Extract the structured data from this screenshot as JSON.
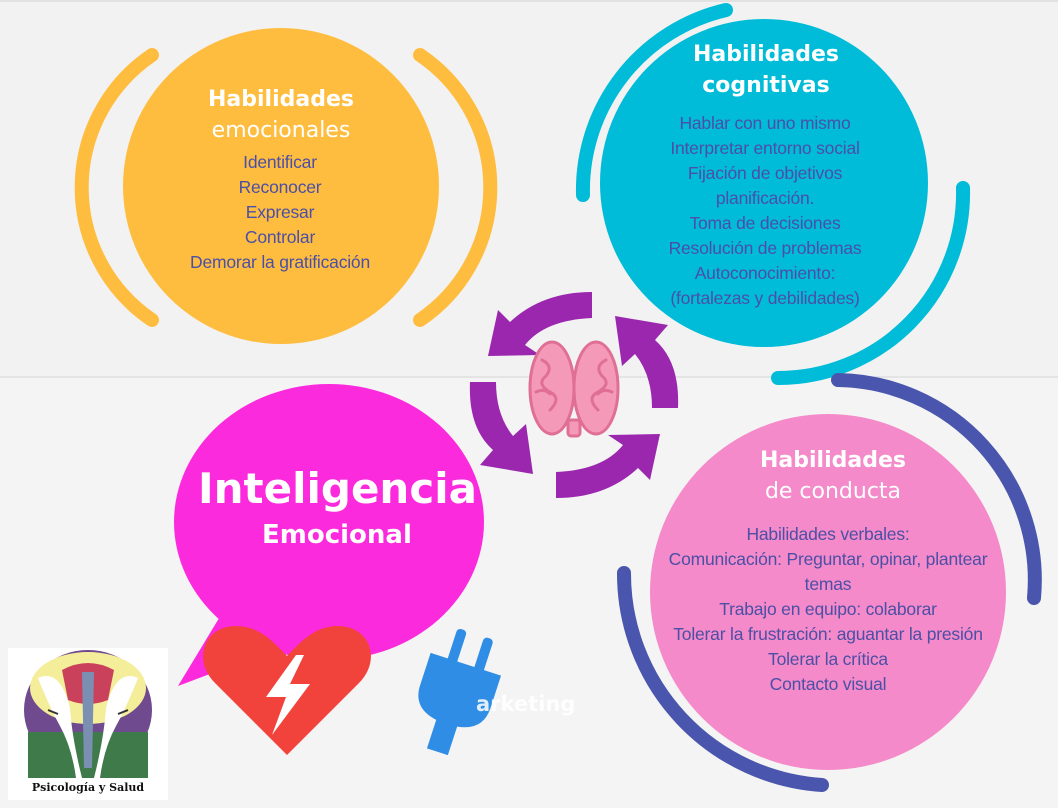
{
  "emocionales": {
    "title_line1": "Habilidades",
    "title_line2": "emocionales",
    "items": [
      "Identificar",
      "Reconocer",
      "Expresar",
      "Controlar",
      "Demorar la gratificación"
    ]
  },
  "cognitivas": {
    "title_line1": "Habilidades",
    "title_line2": "cognitivas",
    "items": [
      "Hablar con uno mismo",
      "Interpretar entorno social",
      "Fijación de objetivos",
      "planificación.",
      "Toma de decisiones",
      "Resolución de problemas",
      "Autoconocimiento:",
      "(fortalezas y debilidades)"
    ]
  },
  "conducta": {
    "title_line1": "Habilidades",
    "title_line2": "de conducta",
    "items": [
      "Habilidades verbales:",
      "Comunicación: Preguntar, opinar, plantear",
      "temas",
      "Trabajo en equipo: colaborar",
      "Tolerar la frustración: aguantar la presión",
      "Tolerar la crítica",
      "Contacto visual"
    ]
  },
  "center": {
    "line1": "Inteligencia",
    "line2": "Emocional"
  },
  "logo": {
    "caption": "Psicología y Salud"
  },
  "watermark": "arketing",
  "colors": {
    "emocionales": "#ffbd3f",
    "cognitivas": "#00bcd8",
    "conducta": "#f48ac9",
    "center_bubble": "#fc2add",
    "arc_conducta": "#4a56ad",
    "arrows": "#9b27af",
    "text": "#4b4fa6"
  }
}
